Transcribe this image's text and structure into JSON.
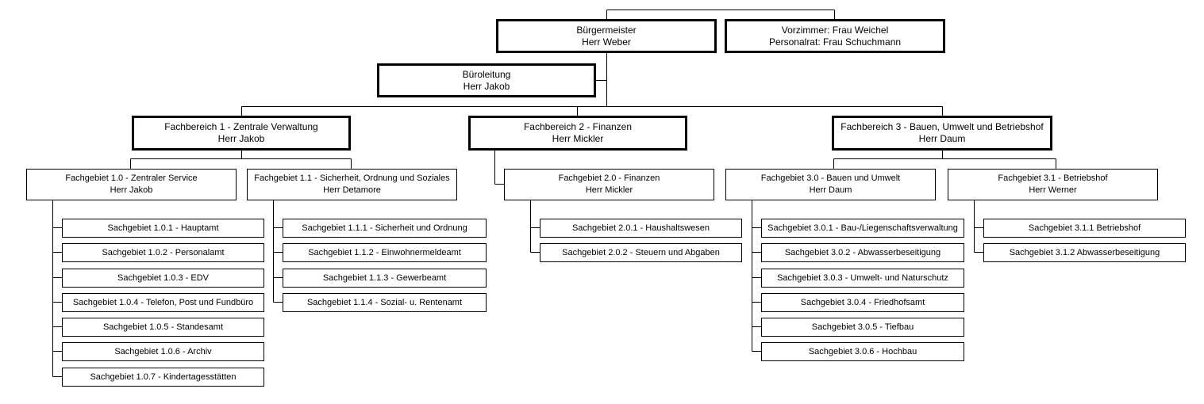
{
  "top": {
    "mayor": {
      "title": "Bürgermeister",
      "person": "Herr Weber"
    },
    "office": {
      "line1": "Vorzimmer: Frau Weichel",
      "line2": "Personalrat: Frau Schuchmann"
    },
    "bureau": {
      "title": "Büroleitung",
      "person": "Herr Jakob"
    }
  },
  "departments": [
    {
      "title": "Fachbereich 1 - Zentrale Verwaltung",
      "person": "Herr Jakob"
    },
    {
      "title": "Fachbereich 2 - Finanzen",
      "person": "Herr Mickler"
    },
    {
      "title": "Fachbereich 3 - Bauen, Umwelt und Betriebshof",
      "person": "Herr Daum"
    }
  ],
  "fields": [
    {
      "title": "Fachgebiet 1.0 -  Zentraler Service",
      "person": "Herr Jakob",
      "items": [
        "Sachgebiet 1.0.1 - Hauptamt",
        "Sachgebiet 1.0.2 - Personalamt",
        "Sachgebiet 1.0.3 - EDV",
        "Sachgebiet 1.0.4 - Telefon, Post und Fundbüro",
        "Sachgebiet 1.0.5 - Standesamt",
        "Sachgebiet 1.0.6 - Archiv",
        "Sachgebiet 1.0.7 - Kindertagesstätten"
      ]
    },
    {
      "title": "Fachgebiet 1.1 - Sicherheit, Ordnung und Soziales",
      "person": "Herr Detamore",
      "items": [
        "Sachgebiet 1.1.1 - Sicherheit und Ordnung",
        "Sachgebiet 1.1.2 - Einwohnermeldeamt",
        "Sachgebiet 1.1.3 - Gewerbeamt",
        "Sachgebiet 1.1.4 - Sozial- u. Rentenamt"
      ]
    },
    {
      "title": "Fachgebiet 2.0 - Finanzen",
      "person": "Herr Mickler",
      "items": [
        "Sachgebiet 2.0.1 - Haushaltswesen",
        "Sachgebiet 2.0.2 - Steuern und Abgaben"
      ]
    },
    {
      "title": "Fachgebiet 3.0 - Bauen und Umwelt",
      "person": "Herr Daum",
      "items": [
        "Sachgebiet 3.0.1 - Bau-/Liegenschaftsverwaltung",
        "Sachgebiet 3.0.2 - Abwasserbeseitigung",
        "Sachgebiet 3.0.3 - Umwelt- und Naturschutz",
        "Sachgebiet 3.0.4 - Friedhofsamt",
        "Sachgebiet 3.0.5 - Tiefbau",
        "Sachgebiet 3.0.6 - Hochbau"
      ]
    },
    {
      "title": "Fachgebiet 3.1 - Betriebshof",
      "person": "Herr Werner",
      "items": [
        "Sachgebiet 3.1.1 Betriebshof",
        "Sachgebiet 3.1.2 Abwasserbeseitigung"
      ]
    }
  ]
}
